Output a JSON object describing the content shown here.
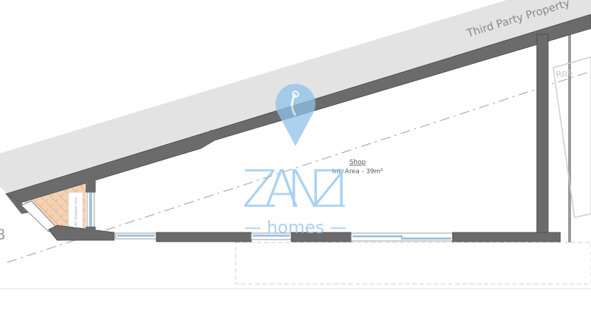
{
  "neighbour_label": "Third Party Property",
  "right_label": "Res",
  "room": {
    "name": "Shop",
    "area": "Int. Area - 39m²"
  },
  "closet_label": "AC Outdoor Unit",
  "left_marker": "B",
  "watermark": {
    "brand": "ZANZI",
    "sub": "— homes —"
  },
  "colors": {
    "wall": "#6b6b6b",
    "band": "#e3e3e3",
    "glass": "#9fc3e3",
    "watermark": "#8ec4ea",
    "tile": "#f3d2b4"
  }
}
